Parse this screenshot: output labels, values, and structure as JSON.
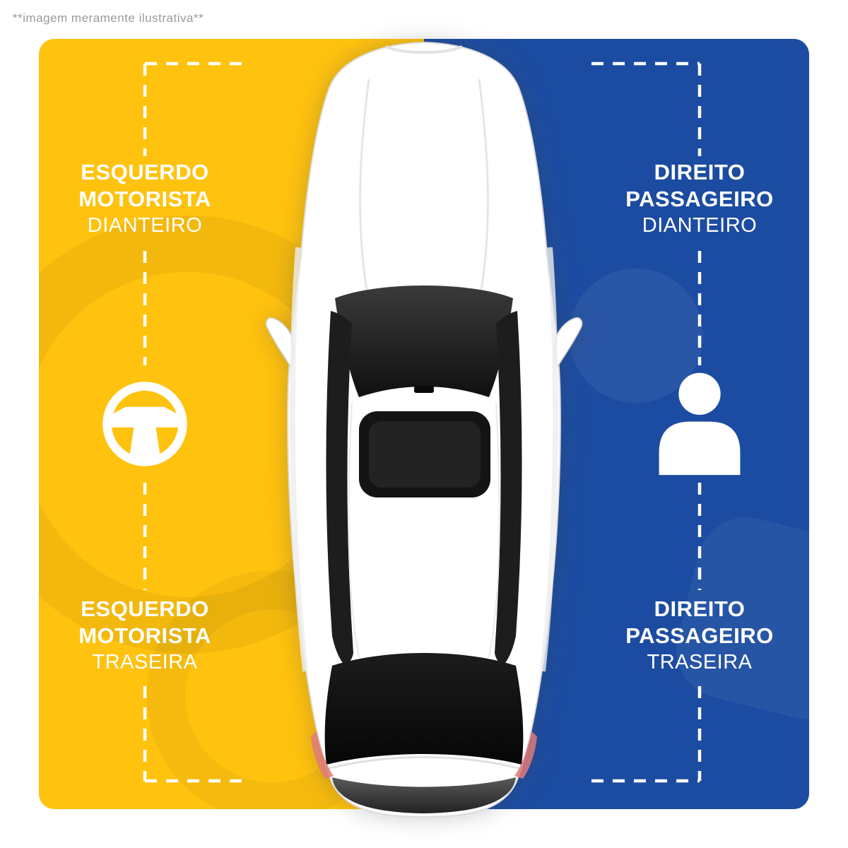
{
  "disclaimer": "**imagem meramente ilustrativa**",
  "colors": {
    "driver_zone_background": "#FFC20E",
    "passenger_zone_background": "#1C4CA1",
    "label_text": "#FFFFFF",
    "guide_lines": "#FFFFFF",
    "disclaimer_text": "#9A9A9A",
    "car_body": "#FFFFFF",
    "car_glass": "#1A1A1A"
  },
  "icons": {
    "driver_zone_icon": "steering-wheel-icon",
    "passenger_zone_icon": "person-icon",
    "center_image": "car-top-view"
  },
  "left_zone": {
    "front": {
      "line1": "ESQUERDO",
      "line2": "MOTORISTA",
      "line3": "DIANTEIRO"
    },
    "rear": {
      "line1": "ESQUERDO",
      "line2": "MOTORISTA",
      "line3": "TRASEIRA"
    }
  },
  "right_zone": {
    "front": {
      "line1": "DIREITO",
      "line2": "PASSAGEIRO",
      "line3": "DIANTEIRO"
    },
    "rear": {
      "line1": "DIREITO",
      "line2": "PASSAGEIRO",
      "line3": "TRASEIRA"
    }
  }
}
